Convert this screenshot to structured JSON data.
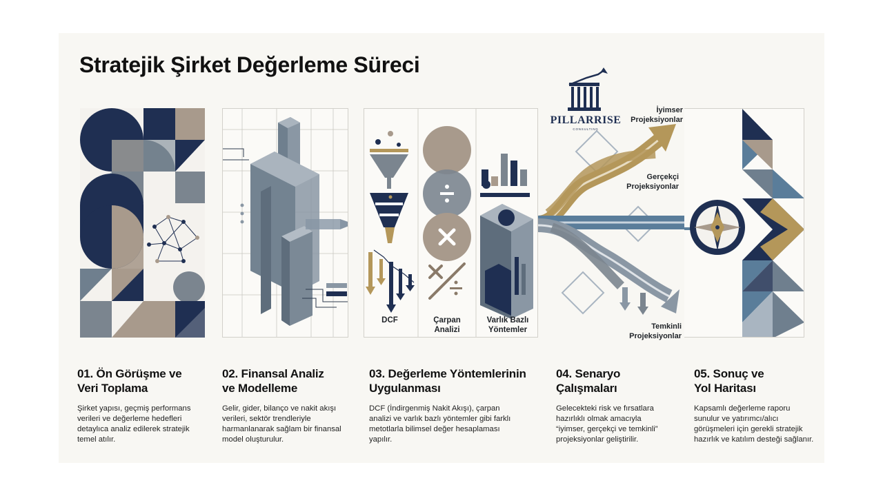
{
  "title": "Stratejik Şirket Değerleme Süreci",
  "brand": {
    "name": "PILLARRISE",
    "tagline": "CONSULTING"
  },
  "colors": {
    "navy": "#1f2f52",
    "tan": "#a89a8c",
    "slate": "#6f7f8e",
    "gold": "#b4975a",
    "blue": "#5a7d9a",
    "gray": "#7b858f"
  },
  "methods": {
    "dcf": "DCF",
    "multiples": "Çarpan Analizi",
    "asset": "Varlık Bazlı Yöntemler"
  },
  "scenarios": {
    "optimistic": "İyimser Projeksiyonlar",
    "realistic": "Gerçekçi Projeksiyonlar",
    "conservative": "Temkinli Projeksiyonlar"
  },
  "steps": [
    {
      "number": "01.",
      "title1": "01. Ön Görüşme ve",
      "title2": "Veri Toplama",
      "d1": "Şirket yapısı, geçmiş performans",
      "d2": "verileri ve değerleme hedefleri",
      "d3": "detaylıca analiz edilerek stratejik",
      "d4": "temel atılır."
    },
    {
      "number": "02.",
      "title1": "02. Finansal Analiz",
      "title2": "ve Modelleme",
      "d1": "Gelir, gider, bilanço ve nakit akışı",
      "d2": "verileri, sektör trendleriyle",
      "d3": "harmanlanarak sağlam bir finansal",
      "d4": "model oluşturulur."
    },
    {
      "number": "03.",
      "title1": "03. Değerleme Yöntemlerinin",
      "title2": "Uygulanması",
      "d1": "DCF (İndirgenmiş Nakit Akışı), çarpan",
      "d2": "analizi ve varlık bazlı yöntemler gibi farklı",
      "d3": "metotlarla bilimsel değer hesaplaması",
      "d4": "yapılır."
    },
    {
      "number": "04.",
      "title1": "04. Senaryo",
      "title2": "Çalışmaları",
      "d1": "Gelecekteki risk ve fırsatlara",
      "d2": "hazırlıklı olmak amacıyla",
      "d3": "“iyimser, gerçekçi ve temkinli”",
      "d4": "projeksiyonlar geliştirilir."
    },
    {
      "number": "05.",
      "title1": "05. Sonuç ve",
      "title2": "Yol Haritası",
      "d1": "Kapsamlı değerleme raporu",
      "d2": "sunulur ve yatırımcı/alıcı",
      "d3": "görüşmeleri için gerekli stratejik",
      "d4": "hazırlık ve katılım desteği sağlanır."
    }
  ]
}
